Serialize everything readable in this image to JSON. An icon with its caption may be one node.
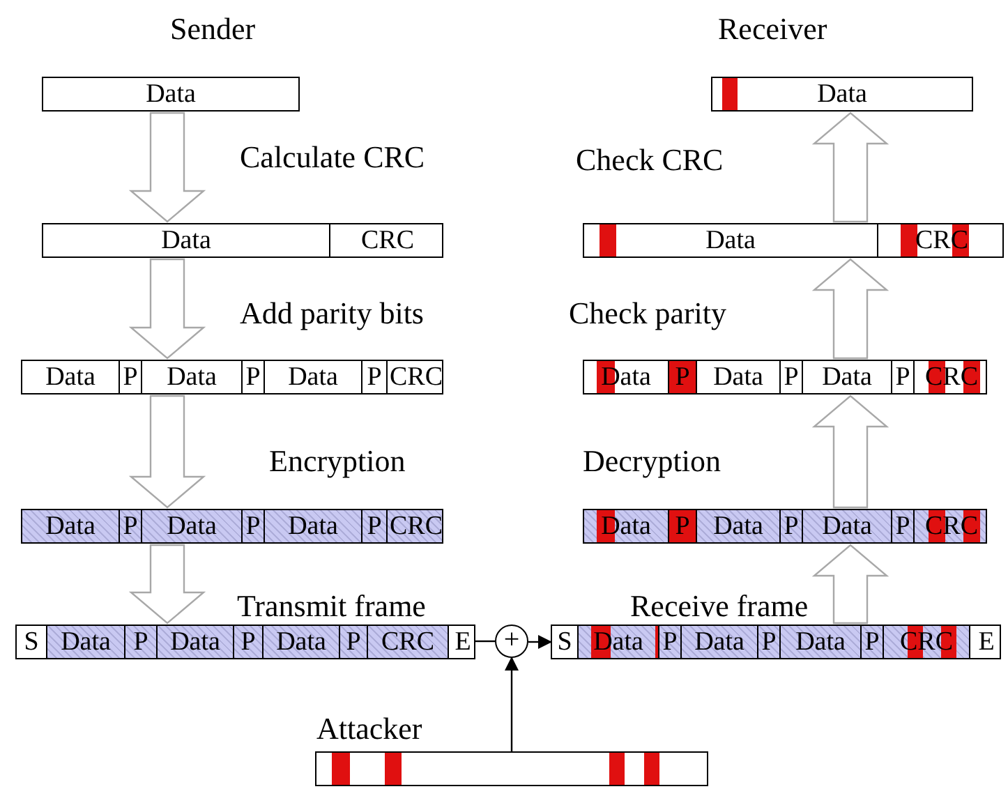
{
  "diagram": {
    "nodes": [
      {
        "text": [
          "Data"
        ]
      },
      {
        "text": [
          "Data"
        ]
      },
      {
        "text": [],
        "shape": "bar"
      },
      {
        "text": [
          "Data"
        ],
        "in": 2
      },
      {
        "text": [
          "CRC"
        ],
        "in": 2
      },
      {
        "text": [],
        "shape": "bar"
      },
      {
        "text": [
          "Data"
        ],
        "in": 5
      },
      {
        "text": [
          "CRC"
        ],
        "in": 5
      },
      {
        "text": [],
        "shape": "bar"
      },
      {
        "text": [
          "Data"
        ],
        "in": 8
      },
      {
        "text": [
          "P"
        ],
        "in": 8
      },
      {
        "text": [
          "Data"
        ],
        "in": 8
      },
      {
        "text": [
          "P"
        ],
        "in": 8
      },
      {
        "text": [
          "Data"
        ],
        "in": 8
      },
      {
        "text": [
          "P"
        ],
        "in": 8
      },
      {
        "text": [
          "CRC"
        ],
        "in": 8
      },
      {
        "text": [],
        "shape": "bar"
      },
      {
        "text": [
          "Data"
        ],
        "in": 16
      },
      {
        "text": [
          "P"
        ],
        "in": 16
      },
      {
        "text": [
          "Data"
        ],
        "in": 16
      },
      {
        "text": [
          "P"
        ],
        "in": 16
      },
      {
        "text": [
          "Data"
        ],
        "in": 16
      },
      {
        "text": [
          "P"
        ],
        "in": 16
      },
      {
        "text": [
          "CRC"
        ],
        "in": 16
      },
      {
        "text": [],
        "shape": "bar"
      },
      {
        "text": [
          "Data"
        ],
        "in": 24
      },
      {
        "text": [
          "P"
        ],
        "in": 24
      },
      {
        "text": [
          "Data"
        ],
        "in": 24
      },
      {
        "text": [
          "P"
        ],
        "in": 24
      },
      {
        "text": [
          "Data"
        ],
        "in": 24
      },
      {
        "text": [
          "P"
        ],
        "in": 24
      },
      {
        "text": [
          "CRC"
        ],
        "in": 24
      },
      {
        "text": [],
        "shape": "bar"
      },
      {
        "text": [
          "Data"
        ],
        "in": 32
      },
      {
        "text": [
          "P"
        ],
        "in": 32
      },
      {
        "text": [
          "Data"
        ],
        "in": 32
      },
      {
        "text": [
          "P"
        ],
        "in": 32
      },
      {
        "text": [
          "Data"
        ],
        "in": 32
      },
      {
        "text": [
          "P"
        ],
        "in": 32
      },
      {
        "text": [
          "CRC"
        ],
        "in": 32
      },
      {
        "text": [],
        "shape": "bar"
      },
      {
        "text": [
          "S"
        ],
        "in": 40
      },
      {
        "text": [
          "Data"
        ],
        "in": 40
      },
      {
        "text": [
          "P"
        ],
        "in": 40
      },
      {
        "text": [
          "Data"
        ],
        "in": 40
      },
      {
        "text": [
          "P"
        ],
        "in": 40
      },
      {
        "text": [
          "Data"
        ],
        "in": 40
      },
      {
        "text": [
          "P"
        ],
        "in": 40
      },
      {
        "text": [
          "CRC"
        ],
        "in": 40
      },
      {
        "text": [
          "E"
        ],
        "in": 40
      },
      {
        "text": [
          "+"
        ]
      },
      {
        "text": [],
        "shape": "bar"
      },
      {
        "text": [
          "S"
        ],
        "in": 51
      },
      {
        "text": [
          "Data"
        ],
        "in": 51
      },
      {
        "text": [
          "P"
        ],
        "in": 51
      },
      {
        "text": [
          "Data"
        ],
        "in": 51
      },
      {
        "text": [
          "P"
        ],
        "in": 51
      },
      {
        "text": [
          "Data"
        ],
        "in": 51
      },
      {
        "text": [
          "P"
        ],
        "in": 51
      },
      {
        "text": [
          "CRC"
        ],
        "in": 51
      },
      {
        "text": [
          "E"
        ],
        "in": 51
      },
      {
        "text": [
          "Attacker"
        ]
      }
    ],
    "edges": [
      {
        "from": 0,
        "to": 2,
        "arrow": "to",
        "label": "Calculate CRC"
      },
      {
        "from": 2,
        "to": 8,
        "arrow": "to",
        "label": "Add parity bits"
      },
      {
        "from": 8,
        "to": 24,
        "arrow": "to",
        "label": "Encryption"
      },
      {
        "from": 24,
        "to": 40,
        "arrow": "to",
        "label": "Transmit frame"
      },
      {
        "from": 40,
        "to": 50,
        "arrow": "none"
      },
      {
        "from": 50,
        "to": 51,
        "arrow": "to"
      },
      {
        "from": 61,
        "to": 50,
        "arrow": "to"
      },
      {
        "from": 51,
        "to": 32,
        "arrow": "to",
        "label": "Receive frame"
      },
      {
        "from": 32,
        "to": 16,
        "arrow": "to",
        "label": "Decryption"
      },
      {
        "from": 16,
        "to": 5,
        "arrow": "to",
        "label": "Check parity"
      },
      {
        "from": 5,
        "to": 1,
        "arrow": "to",
        "label": "Check CRC"
      }
    ],
    "labels": [
      "Sender",
      "Receiver"
    ]
  }
}
